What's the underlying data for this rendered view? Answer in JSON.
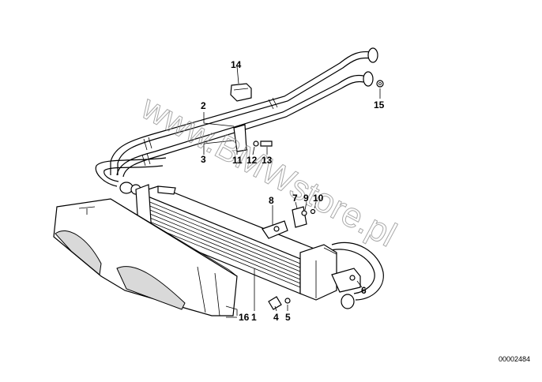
{
  "watermark": "www.BMWstore.pl",
  "diagram_code": "00002484",
  "callouts": {
    "c1": "1",
    "c2": "2",
    "c3": "3",
    "c4": "4",
    "c5": "5",
    "c6": "6",
    "c7": "7",
    "c8": "8",
    "c9": "9",
    "c10": "10",
    "c11": "11",
    "c12": "12",
    "c13": "13",
    "c14": "14",
    "c15": "15",
    "c16": "16"
  },
  "colors": {
    "line": "#000000",
    "watermark": "#8c8c8c",
    "background": "#ffffff"
  }
}
